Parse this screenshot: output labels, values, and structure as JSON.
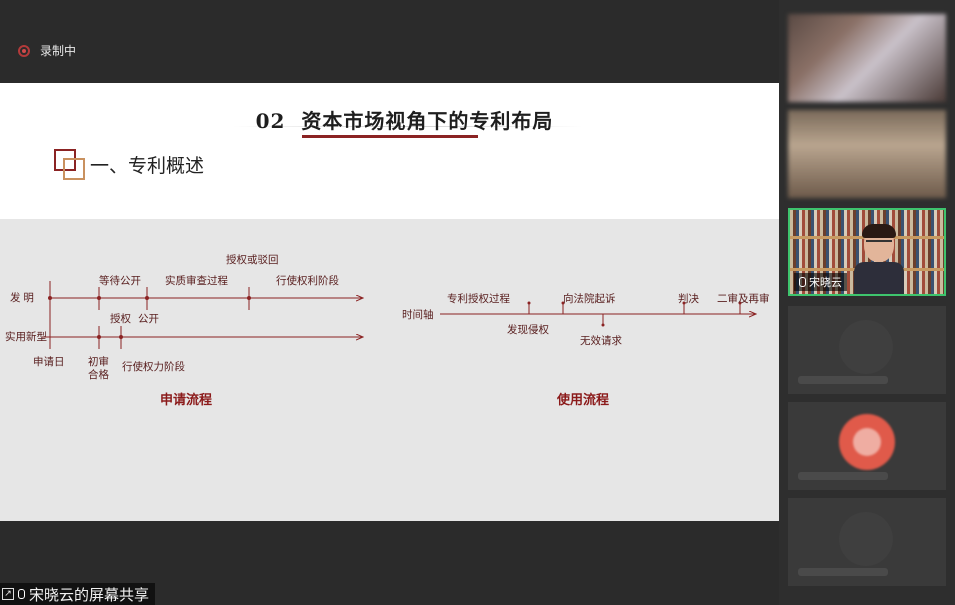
{
  "recording": {
    "label": "录制中"
  },
  "slide": {
    "number": "02",
    "title": "资本市场视角下的专利布局",
    "section": "一、专利概述",
    "diagram_left": {
      "row1": "发  明",
      "row2": "实用新型",
      "labels": [
        "等待公开",
        "实质审查过程",
        "授权或驳回",
        "行使权利阶段",
        "授权",
        "公开",
        "申请日",
        "初审",
        "合格",
        "行使权力阶段"
      ],
      "caption": "申请流程"
    },
    "diagram_right": {
      "axis": "时间轴",
      "labels": [
        "专利授权过程",
        "发现侵权",
        "向法院起诉",
        "无效请求",
        "判决",
        "二审及再审"
      ],
      "caption": "使用流程"
    }
  },
  "share": {
    "label": "宋晓云的屏幕共享"
  },
  "participants": [
    {
      "name": "宋晓云",
      "active": true
    }
  ],
  "colors": {
    "accent": "#8b2323",
    "active_border": "#3ec46d"
  }
}
